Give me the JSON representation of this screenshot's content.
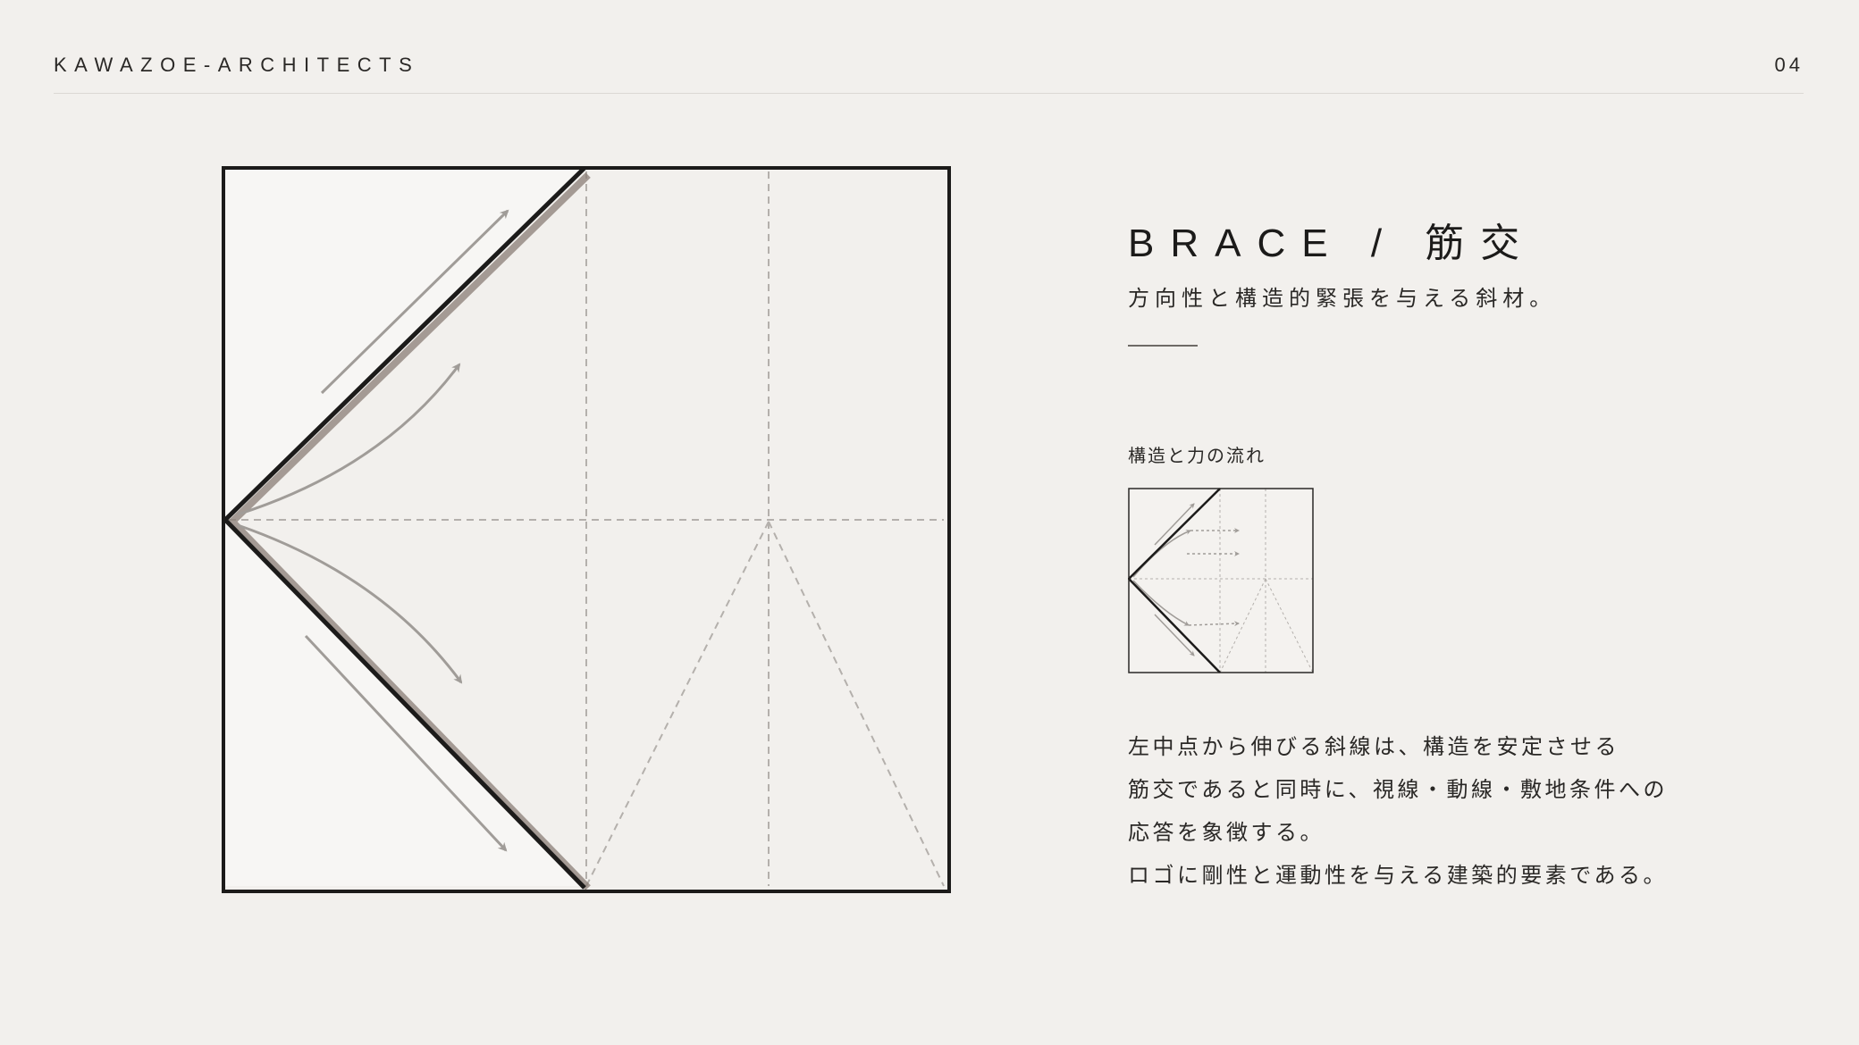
{
  "header": {
    "brand": "KAWAZOE-ARCHITECTS",
    "page_number": "04"
  },
  "title": "BRACE / 筋交",
  "subtitle": "方向性と構造的緊張を与える斜材。",
  "mini_label": "構造と力の流れ",
  "body_lines": [
    "左中点から伸びる斜線は、構造を安定させる",
    "筋交であると同時に、視線・動線・敷地条件への",
    "応答を象徴する。",
    "ロゴに剛性と運動性を与える建築的要素である。"
  ],
  "colors": {
    "background": "#f2f0ed",
    "ink": "#1c1b1a",
    "brace_shadow": "#8a7e76",
    "arrow": "#a09c98",
    "dashed_line": "#b4b0ac",
    "left_panel_fill": "#f7f6f4"
  },
  "icons": {
    "arrow": "arrow-head-icon"
  }
}
